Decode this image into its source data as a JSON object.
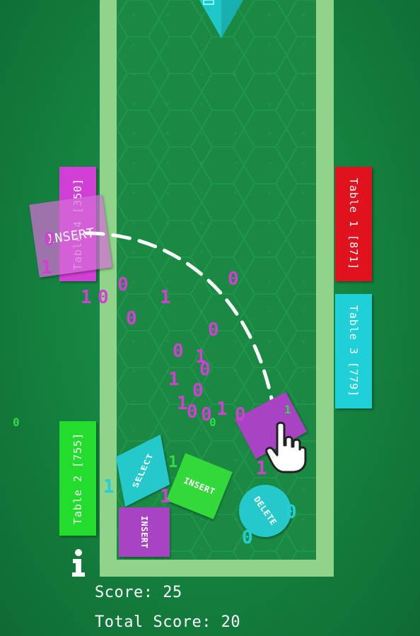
{
  "tables": [
    {
      "label": "Table 1 [871]",
      "color": "#e0121e"
    },
    {
      "label": "Table 3 [779]",
      "color": "#1fd0d8"
    },
    {
      "label": "Table 2 [755]",
      "color": "#22dd2c"
    },
    {
      "label": "Table 4 [350]",
      "color": "#d03fd6"
    }
  ],
  "blocks": {
    "insert_dragged": "INSERT",
    "select": "SELECT",
    "insert_green": "INSERT",
    "insert_purple": "INSERT",
    "delete": "DELETE",
    "held": ""
  },
  "digits": {
    "d1": "0",
    "d2": "1",
    "d3": "0",
    "d4": "0",
    "d5": "1",
    "d6": "0",
    "d7": "0",
    "d8": "0",
    "d9": "1",
    "d10": "0",
    "d11": "1",
    "d12": "0",
    "d13": "1",
    "d14": "0",
    "d15": "1",
    "d16": "0",
    "d17": "0",
    "d18": "1",
    "d19": "0",
    "d20": "1",
    "d21": "1",
    "d22": "1",
    "d23": "0",
    "d24": "0",
    "d25": "1",
    "d26": "0",
    "d27": "0",
    "d28": "1"
  },
  "hud": {
    "score": "Score: 25",
    "total_score": "Total Score: 20"
  },
  "colors": {
    "magenta": "#d23fd3",
    "cyan": "#24d0d8",
    "green": "#34d94a",
    "wall": "#8fd48a"
  },
  "icons": {
    "info": "info-icon",
    "hand": "hand-pointer-icon",
    "spawner": "diamond-spawner-icon"
  }
}
